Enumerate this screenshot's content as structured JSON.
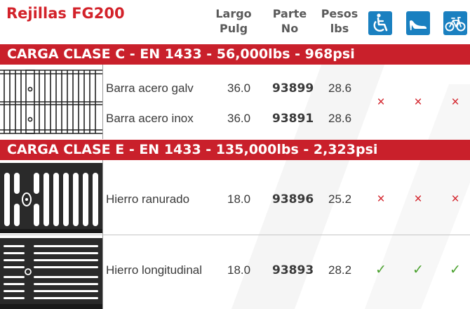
{
  "header": {
    "title": "Rejillas FG200",
    "columns": {
      "largo": [
        "Largo",
        "Pulg"
      ],
      "parte": [
        "Parte",
        "No"
      ],
      "pesos": [
        "Pesos",
        "lbs"
      ]
    },
    "icons": [
      "wheelchair-icon",
      "high-heel-icon",
      "bicycle-icon"
    ]
  },
  "sections": [
    {
      "band": "CARGA CLASE C - EN 1433 - 56,000lbs - 968psi",
      "rows": [
        {
          "name": "Barra acero galv",
          "largo": "36.0",
          "parte": "93899",
          "pesos": "28.6"
        },
        {
          "name": "Barra acero inox",
          "largo": "36.0",
          "parte": "93891",
          "pesos": "28.6"
        }
      ],
      "marks": [
        "×",
        "×",
        "×"
      ]
    },
    {
      "band": "CARGA CLASE E - EN 1433 - 135,000lbs - 2,323psi",
      "rows": [
        {
          "name": "Hierro ranurado",
          "largo": "18.0",
          "parte": "93896",
          "pesos": "25.2",
          "marks": [
            "×",
            "×",
            "×"
          ]
        },
        {
          "name": "Hierro longitudinal",
          "largo": "18.0",
          "parte": "93893",
          "pesos": "28.2",
          "marks": [
            "✓",
            "✓",
            "✓"
          ]
        }
      ]
    }
  ],
  "colors": {
    "brand_red": "#c9202b",
    "icon_blue": "#1a80c0",
    "check_green": "#4aa12e"
  }
}
